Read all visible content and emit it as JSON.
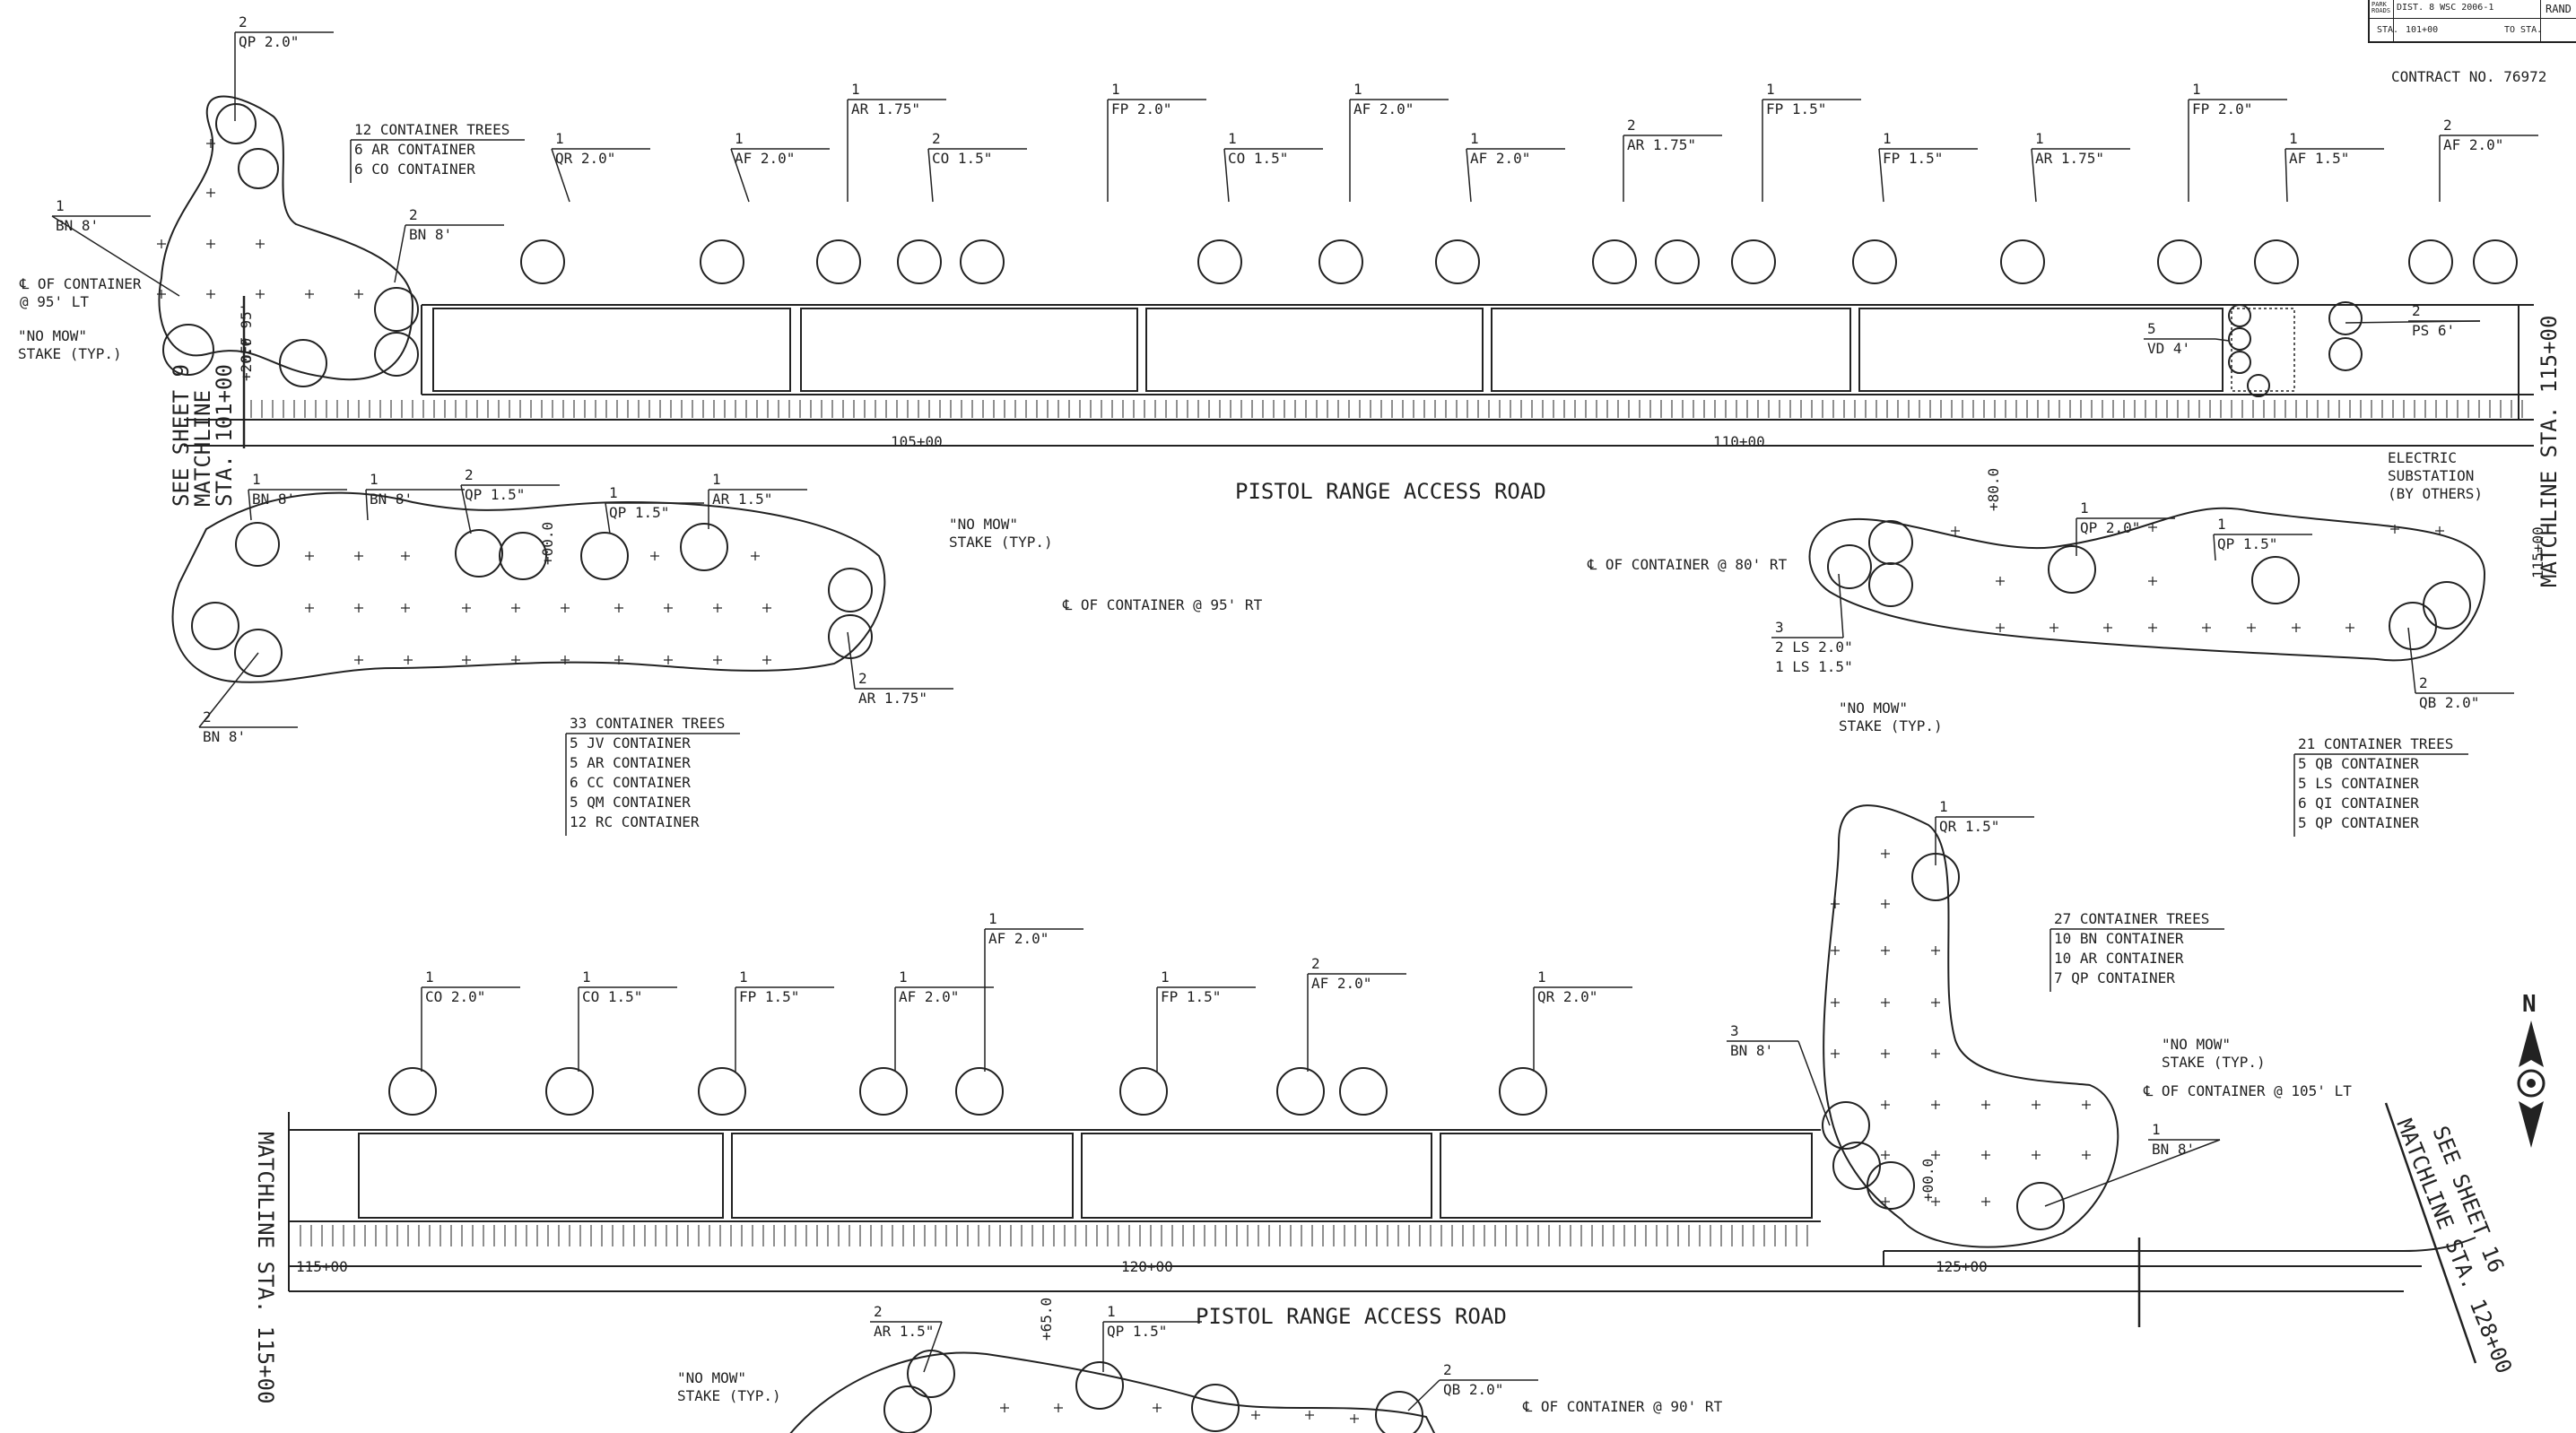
{
  "title_block": {
    "cell_1": "PARK ROADS",
    "cell_2": "DIST. 8 WSC 2006-1",
    "cell_3": "RAND",
    "cell_4": "STA.",
    "cell_5": "101+00",
    "cell_6": "TO STA.",
    "contract": "CONTRACT NO. 76972"
  },
  "roads": {
    "upper": "PISTOL RANGE ACCESS ROAD",
    "lower": "PISTOL RANGE ACCESS ROAD"
  },
  "stations": {
    "s105": "105+00",
    "s110": "110+00",
    "s115": "115+00",
    "s120": "120+00",
    "s125": "125+00"
  },
  "matchlines": {
    "left_top": [
      "SEE SHEET 9",
      "MATCHLINE",
      "STA. 101+00"
    ],
    "right_top": "MATCHLINE STA. 115+00",
    "left_bottom": "MATCHLINE STA. 115+00",
    "right_bottom": [
      "SEE SHEET 16",
      "MATCHLINE STA. 128+00"
    ]
  },
  "notes": {
    "container_95lt": [
      "℄ OF CONTAINER",
      "@ 95' LT"
    ],
    "no_mow_1": [
      "\"NO MOW\"",
      "STAKE (TYP.)"
    ],
    "offset_95": [
      "+20.0",
      "OFF 95'"
    ],
    "no_mow_2": [
      "\"NO MOW\"",
      "STAKE (TYP.)"
    ],
    "container_95rt": "℄ OF CONTAINER @ 95' RT",
    "offset_00": "+00.0",
    "container_80rt": "℄ OF CONTAINER @ 80' RT",
    "offset_80": "+80.0",
    "no_mow_3": [
      "\"NO MOW\"",
      "STAKE (TYP.)"
    ],
    "electric": [
      "ELECTRIC",
      "SUBSTATION",
      "(BY OTHERS)"
    ],
    "no_mow_4": [
      "\"NO MOW\"",
      "STAKE (TYP.)"
    ],
    "container_105lt": "℄ OF CONTAINER @ 105' LT",
    "offset_00b": "+00.0",
    "no_mow_5": [
      "\"NO MOW\"",
      "STAKE (TYP.)"
    ],
    "container_90rt": "℄ OF CONTAINER @ 90' RT",
    "offset_65": "+65.0",
    "north": "N"
  },
  "schedules": {
    "g12": [
      "12 CONTAINER TREES",
      "6 AR CONTAINER",
      "6 CO CONTAINER"
    ],
    "g33": [
      "33 CONTAINER TREES",
      "5 JV CONTAINER",
      "5 AR CONTAINER",
      "6 CC CONTAINER",
      "5 QM CONTAINER",
      "12 RC CONTAINER"
    ],
    "g21": [
      "21 CONTAINER TREES",
      "5 QB CONTAINER",
      "5 LS CONTAINER",
      "6 QI CONTAINER",
      "5 QP CONTAINER"
    ],
    "g27": [
      "27 CONTAINER TREES",
      "10 BN CONTAINER",
      "10 AR CONTAINER",
      "7 QP CONTAINER"
    ]
  },
  "callouts": {
    "c01": [
      "2",
      "QP 2.0\""
    ],
    "c02": [
      "1",
      "BN 8'"
    ],
    "c03": [
      "2",
      "BN 8'"
    ],
    "c04": [
      "1",
      "QR 2.0\""
    ],
    "c05": [
      "1",
      "AF 2.0\""
    ],
    "c06": [
      "1",
      "AR 1.75\""
    ],
    "c07": [
      "2",
      "CO 1.5\""
    ],
    "c08": [
      "1",
      "FP 2.0\""
    ],
    "c09": [
      "1",
      "CO 1.5\""
    ],
    "c10": [
      "1",
      "AF 2.0\""
    ],
    "c11": [
      "1",
      "AF 2.0\""
    ],
    "c12": [
      "2",
      "AR 1.75\""
    ],
    "c13": [
      "1",
      "FP 1.5\""
    ],
    "c14": [
      "1",
      "FP 1.5\""
    ],
    "c15": [
      "1",
      "AR 1.75\""
    ],
    "c16": [
      "1",
      "FP 2.0\""
    ],
    "c17": [
      "1",
      "AF 1.5\""
    ],
    "c18": [
      "2",
      "AF 2.0\""
    ],
    "c19": [
      "5",
      "VD 4'"
    ],
    "c20": [
      "2",
      "PS 6'"
    ],
    "c21": [
      "1",
      "BN 8'"
    ],
    "c22": [
      "1",
      "BN 8'"
    ],
    "c23": [
      "2",
      "QP 1.5\""
    ],
    "c24": [
      "1",
      "QP 1.5\""
    ],
    "c25": [
      "1",
      "AR 1.5\""
    ],
    "c26": [
      "2",
      "AR 1.75\""
    ],
    "c27": [
      "2",
      "BN 8'"
    ],
    "c28": [
      "1",
      "QP 2.0\""
    ],
    "c29": [
      "1",
      "QP 1.5\""
    ],
    "c30": [
      "3",
      "2 LS 2.0\"",
      "1 LS 1.5\""
    ],
    "c31": [
      "2",
      "QB 2.0\""
    ],
    "c32": [
      "1",
      "CO 2.0\""
    ],
    "c33": [
      "1",
      "CO 1.5\""
    ],
    "c34": [
      "1",
      "FP 1.5\""
    ],
    "c35": [
      "1",
      "AF 2.0\""
    ],
    "c36": [
      "1",
      "AF 2.0\""
    ],
    "c37": [
      "1",
      "FP 1.5\""
    ],
    "c38": [
      "2",
      "AF 2.0\""
    ],
    "c39": [
      "1",
      "QR 2.0\""
    ],
    "c40": [
      "1",
      "QR 1.5\""
    ],
    "c41": [
      "3",
      "BN 8'"
    ],
    "c42": [
      "1",
      "BN 8'"
    ],
    "c43": [
      "2",
      "AR 1.5\""
    ],
    "c44": [
      "1",
      "QP 1.5\""
    ],
    "c45": [
      "2",
      "QB 2.0\""
    ]
  }
}
